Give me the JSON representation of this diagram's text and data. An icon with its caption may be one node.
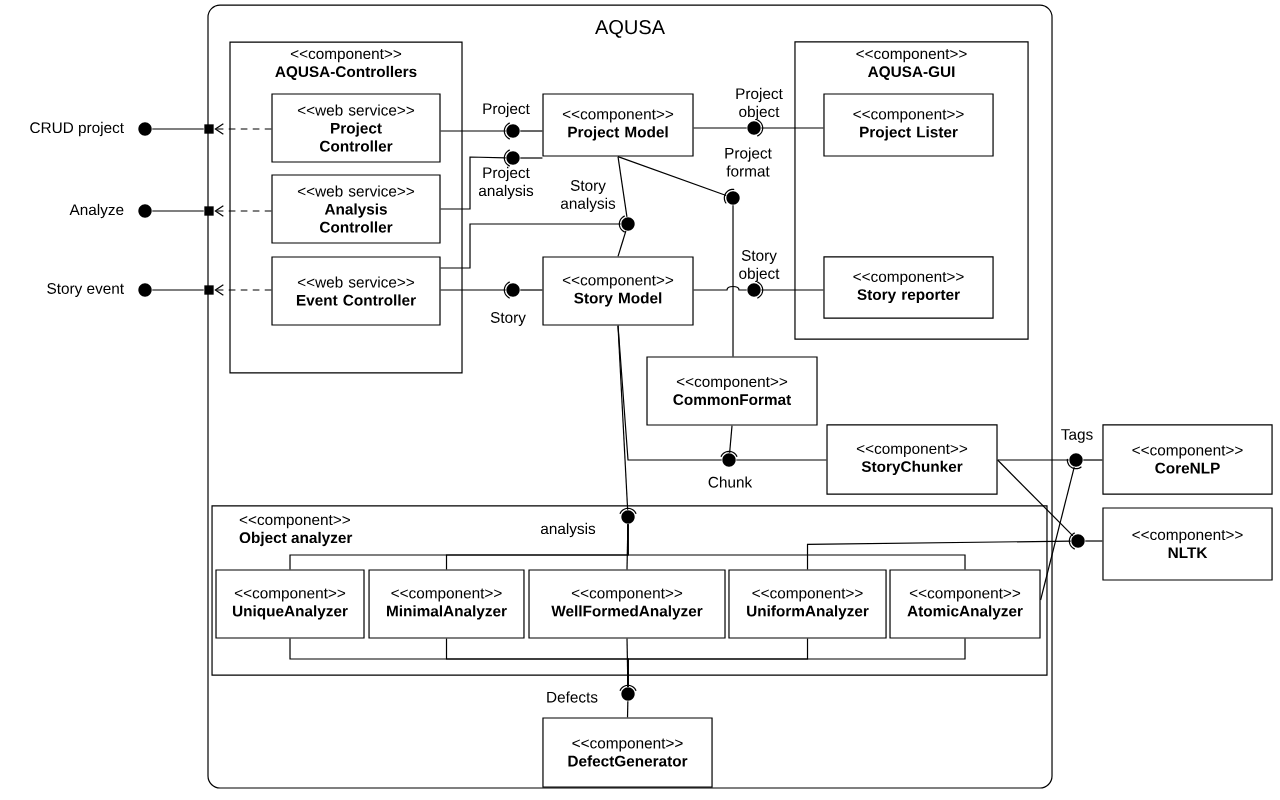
{
  "diagram": {
    "nodes": [
      {
        "text": [
          "AQUSA"
        ]
      },
      {
        "text": [
          "<<component>>",
          "AQUSA-Controllers"
        ],
        "in": 0
      },
      {
        "text": [
          "<<web service>>",
          "Project Controller"
        ],
        "in": 1
      },
      {
        "text": [
          "<<web service>>",
          "Analysis Controller"
        ],
        "in": 1
      },
      {
        "text": [
          "<<web service>>",
          "Event Controller"
        ],
        "in": 1
      },
      {
        "text": [
          "<<component>>",
          "Project Model"
        ],
        "in": 0
      },
      {
        "text": [
          "<<component>>",
          "AQUSA-GUI"
        ],
        "in": 0
      },
      {
        "text": [
          "<<component>>",
          "Project Lister"
        ],
        "in": 6
      },
      {
        "text": [
          "<<component>>",
          "Story reporter"
        ],
        "in": 6
      },
      {
        "text": [
          "<<component>>",
          "Story Model"
        ],
        "in": 0
      },
      {
        "text": [
          "<<component>>",
          "CommonFormat"
        ],
        "in": 0
      },
      {
        "text": [
          "<<component>>",
          "StoryChunker"
        ],
        "in": 0
      },
      {
        "text": [
          "<<component>>",
          "CoreNLP"
        ]
      },
      {
        "text": [
          "<<component>>",
          "NLTK"
        ]
      },
      {
        "text": [
          "<<component>>",
          "Object analyzer"
        ],
        "in": 0
      },
      {
        "text": [
          "<<component>>",
          "UniqueAnalyzer"
        ],
        "in": 14
      },
      {
        "text": [
          "<<component>>",
          "MinimalAnalyzer"
        ],
        "in": 14
      },
      {
        "text": [
          "<<component>>",
          "WellFormedAnalyzer"
        ],
        "in": 14
      },
      {
        "text": [
          "<<component>>",
          "UniformAnalyzer"
        ],
        "in": 14
      },
      {
        "text": [
          "<<component>>",
          "AtomicAnalyzer"
        ],
        "in": 14
      },
      {
        "text": [
          "<<component>>",
          "DefectGenerator"
        ],
        "in": 0
      },
      {
        "text": [],
        "shape": "circle",
        "beside": [
          "CRUD project"
        ]
      },
      {
        "text": [],
        "shape": "circle",
        "beside": [
          "Analyze"
        ]
      },
      {
        "text": [],
        "shape": "circle",
        "beside": [
          "Story event"
        ]
      },
      {
        "text": [],
        "shape": "box"
      },
      {
        "text": [],
        "shape": "box"
      },
      {
        "text": [],
        "shape": "box"
      },
      {
        "text": [],
        "shape": "circle",
        "beside": [
          "Project"
        ],
        "in": 0
      },
      {
        "text": [],
        "shape": "circle",
        "beside": [
          "Project analysis"
        ],
        "in": 0
      },
      {
        "text": [],
        "shape": "circle",
        "beside": [
          "Story analysis"
        ],
        "in": 0
      },
      {
        "text": [],
        "shape": "circle",
        "beside": [
          "Project format"
        ],
        "in": 0
      },
      {
        "text": [],
        "shape": "circle",
        "beside": [
          "Project object"
        ],
        "in": 0
      },
      {
        "text": [],
        "shape": "circle",
        "beside": [
          "Story object"
        ],
        "in": 0
      },
      {
        "text": [],
        "shape": "circle",
        "beside": [
          "Story"
        ],
        "in": 0
      },
      {
        "text": [],
        "shape": "circle",
        "beside": [
          "Chunk"
        ],
        "in": 0
      },
      {
        "text": [],
        "shape": "circle",
        "beside": [
          "Tags"
        ]
      },
      {
        "text": [],
        "shape": "circle"
      },
      {
        "text": [],
        "shape": "circle",
        "beside": [
          "analysis"
        ],
        "in": 14
      },
      {
        "text": [],
        "shape": "circle",
        "beside": [
          "Defects"
        ],
        "in": 0
      }
    ],
    "edges": [
      {
        "from": 2,
        "to": 27,
        "arrow": "none"
      },
      {
        "from": 27,
        "to": 5,
        "arrow": "none"
      },
      {
        "from": 3,
        "to": 28,
        "arrow": "none"
      },
      {
        "from": 28,
        "to": 5,
        "arrow": "none"
      },
      {
        "from": 4,
        "to": 29,
        "arrow": "none"
      },
      {
        "from": 5,
        "to": 29,
        "arrow": "none"
      },
      {
        "from": 29,
        "to": 9,
        "arrow": "none"
      },
      {
        "from": 5,
        "to": 30,
        "arrow": "none"
      },
      {
        "from": 30,
        "to": 10,
        "arrow": "none"
      },
      {
        "from": 5,
        "to": 31,
        "arrow": "none"
      },
      {
        "from": 31,
        "to": 7,
        "arrow": "none"
      },
      {
        "from": 9,
        "to": 32,
        "arrow": "none"
      },
      {
        "from": 32,
        "to": 8,
        "arrow": "none"
      },
      {
        "from": 4,
        "to": 33,
        "arrow": "none"
      },
      {
        "from": 33,
        "to": 9,
        "arrow": "none"
      },
      {
        "from": 9,
        "to": 34,
        "arrow": "none"
      },
      {
        "from": 9,
        "to": 37,
        "arrow": "none"
      },
      {
        "from": 10,
        "to": 34,
        "arrow": "none"
      },
      {
        "from": 34,
        "to": 11,
        "arrow": "none"
      },
      {
        "from": 11,
        "to": 35,
        "arrow": "none"
      },
      {
        "from": 35,
        "to": 12,
        "arrow": "none"
      },
      {
        "from": 11,
        "to": 36,
        "arrow": "none"
      },
      {
        "from": 36,
        "to": 13,
        "arrow": "none"
      },
      {
        "from": 19,
        "to": 35,
        "arrow": "none"
      },
      {
        "from": 18,
        "to": 36,
        "arrow": "none"
      },
      {
        "from": 37,
        "to": 15,
        "arrow": "none"
      },
      {
        "from": 37,
        "to": 16,
        "arrow": "none"
      },
      {
        "from": 37,
        "to": 17,
        "arrow": "none"
      },
      {
        "from": 37,
        "to": 19,
        "arrow": "none"
      },
      {
        "from": 15,
        "to": 38,
        "arrow": "none"
      },
      {
        "from": 16,
        "to": 38,
        "arrow": "none"
      },
      {
        "from": 17,
        "to": 38,
        "arrow": "none"
      },
      {
        "from": 18,
        "to": 38,
        "arrow": "none"
      },
      {
        "from": 19,
        "to": 38,
        "arrow": "none"
      },
      {
        "from": 38,
        "to": 20,
        "arrow": "none"
      },
      {
        "from": 21,
        "to": 24,
        "arrow": "none"
      },
      {
        "from": 22,
        "to": 25,
        "arrow": "none"
      },
      {
        "from": 23,
        "to": 26,
        "arrow": "none"
      },
      {
        "from": 2,
        "to": 24,
        "arrow": "to",
        "style": "dashed"
      },
      {
        "from": 3,
        "to": 25,
        "arrow": "to",
        "style": "dashed"
      },
      {
        "from": 4,
        "to": 26,
        "arrow": "to",
        "style": "dashed"
      }
    ]
  }
}
